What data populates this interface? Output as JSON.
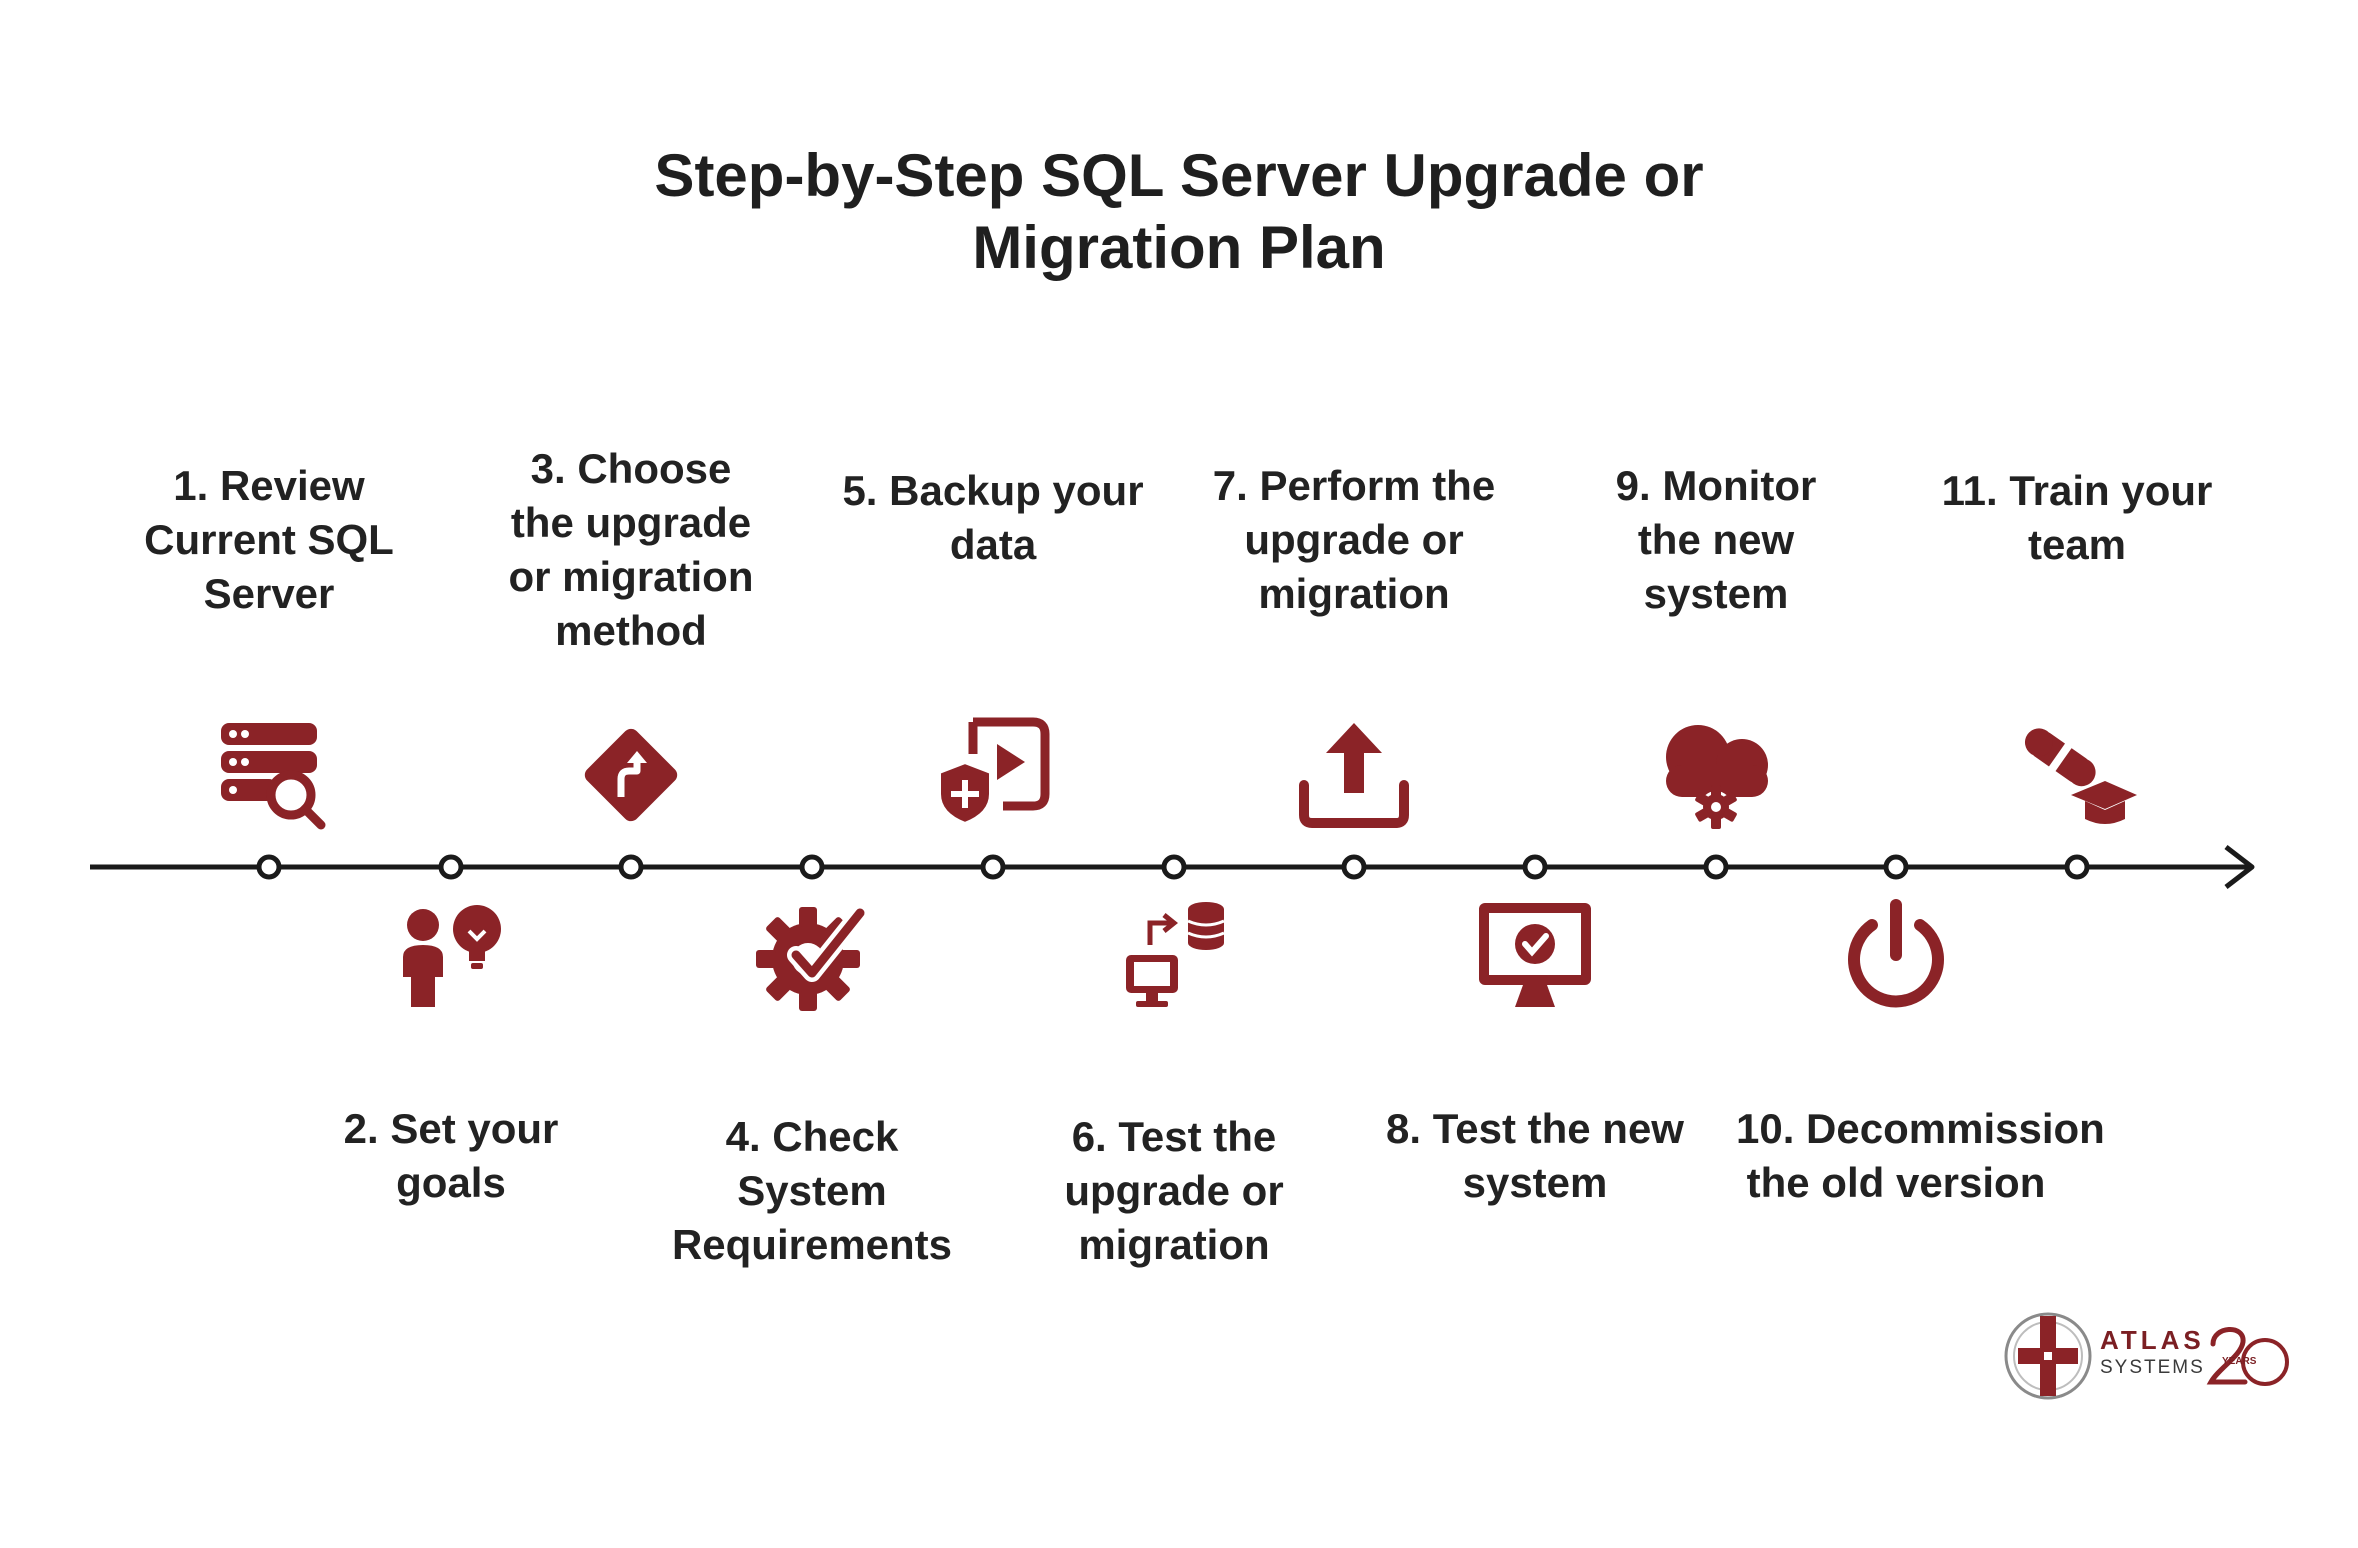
{
  "title": {
    "line1": "Step-by-Step SQL Server Upgrade or",
    "line2": "Migration Plan"
  },
  "colors": {
    "accent": "#8b2327",
    "line": "#1a1a1a",
    "text": "#222222"
  },
  "steps": [
    {
      "lines": [
        "1. Review",
        "Current SQL",
        "Server"
      ],
      "icon": "database-search-icon",
      "side": "top"
    },
    {
      "lines": [
        "2. Set your",
        "goals"
      ],
      "icon": "person-lightbulb-icon",
      "side": "bottom"
    },
    {
      "lines": [
        "3. Choose",
        "the upgrade",
        "or migration",
        "method"
      ],
      "icon": "route-sign-icon",
      "side": "top"
    },
    {
      "lines": [
        "4. Check",
        "System",
        "Requirements"
      ],
      "icon": "gear-check-icon",
      "side": "bottom"
    },
    {
      "lines": [
        "5. Backup your",
        "data"
      ],
      "icon": "backup-shield-icon",
      "side": "top"
    },
    {
      "lines": [
        "6. Test the",
        "upgrade or",
        "migration"
      ],
      "icon": "computer-database-icon",
      "side": "bottom"
    },
    {
      "lines": [
        "7. Perform the",
        "upgrade or",
        "migration"
      ],
      "icon": "upload-icon",
      "side": "top"
    },
    {
      "lines": [
        "8. Test the new",
        "system"
      ],
      "icon": "monitor-check-icon",
      "side": "bottom"
    },
    {
      "lines": [
        "9. Monitor",
        "the new",
        "system"
      ],
      "icon": "cloud-gear-icon",
      "side": "top"
    },
    {
      "lines": [
        "10. Decommission",
        "the old version"
      ],
      "icon": "power-icon",
      "side": "bottom"
    },
    {
      "lines": [
        "11. Train your",
        "team"
      ],
      "icon": "diploma-cap-icon",
      "side": "top"
    }
  ],
  "logo": {
    "name": "ATLAS",
    "sub": "SYSTEMS",
    "years": "YEARS",
    "number": "20",
    "icon": "atlas-logo-icon"
  }
}
